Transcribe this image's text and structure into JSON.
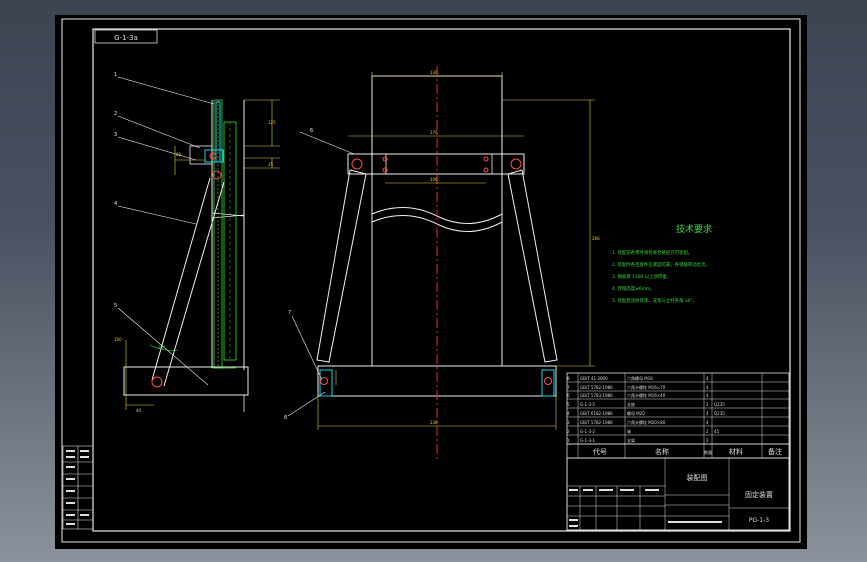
{
  "drawing": {
    "sheet_code": "G-1-3a",
    "part_numbers": [
      "1",
      "2",
      "3",
      "4",
      "5",
      "6",
      "7",
      "8"
    ],
    "technical_requirements": {
      "title": "技术要求",
      "items": [
        "1. 装配前各零件须检查合格后方可装配。",
        "2. 装配时各连接件应紧固可靠，各销轴转动灵活。",
        "3. 钢板厚 1500 以上须焊接。",
        "4. 焊缝高度≥6mm。",
        "5. 装配后涂防锈漆，支架与立柱夹角 30°。"
      ]
    },
    "bom_rows": [
      {
        "code": "GB/T 41-2000",
        "name": "六角螺母 M16",
        "qty": "4",
        "material": "",
        "note": ""
      },
      {
        "code": "GB/T 5782-1986",
        "name": "六角头螺栓 M16×70",
        "qty": "4",
        "material": "",
        "note": ""
      },
      {
        "code": "GB/T 5783-1986",
        "name": "六角头螺栓 M16×40",
        "qty": "4",
        "material": "",
        "note": ""
      },
      {
        "code": "G-1-3-5",
        "name": "支座",
        "qty": "2",
        "material": "Q235",
        "note": ""
      },
      {
        "code": "GB/T 6182-1986",
        "name": "螺母 M20",
        "qty": "4",
        "material": "Q235",
        "note": ""
      },
      {
        "code": "GB/T 5782-1986",
        "name": "六角头螺栓 M20×80",
        "qty": "4",
        "material": "",
        "note": ""
      },
      {
        "code": "G-1-3-2",
        "name": "轴",
        "qty": "2",
        "material": "45",
        "note": ""
      },
      {
        "code": "G-1-3-1",
        "name": "支架",
        "qty": "2",
        "material": "",
        "note": ""
      }
    ],
    "bom_header": {
      "code": "代号",
      "name": "名称",
      "qty": "数量",
      "material": "材料",
      "note": "备注"
    },
    "title_block": {
      "assembly_label": "装配图",
      "drawing_title": "固定装置",
      "drawing_number": "PG-1-3"
    }
  }
}
